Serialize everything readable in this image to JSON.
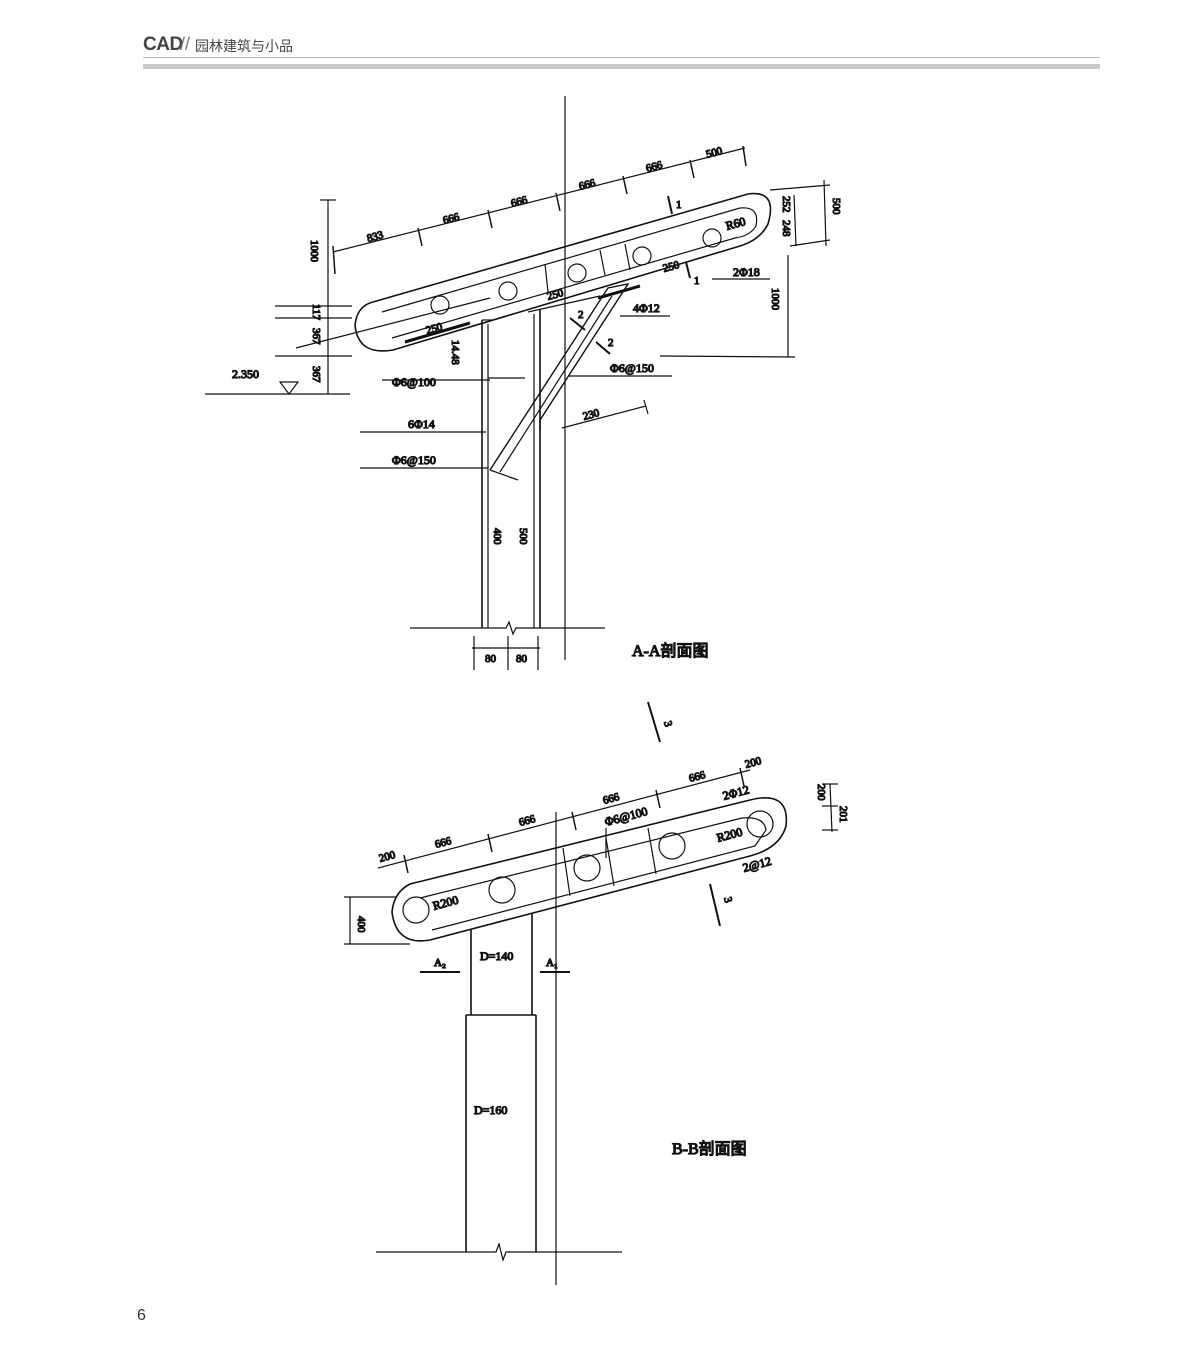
{
  "header": {
    "brand": "CAD",
    "separator": "//",
    "subtitle": "园林建筑与小品"
  },
  "page_number": "6",
  "section_aa": {
    "caption": "A-A剖面图",
    "top_dims": [
      "833",
      "666",
      "666",
      "666",
      "666",
      "500"
    ],
    "right_dims": [
      "252",
      "248",
      "500"
    ],
    "left_dims": [
      "1000",
      "117",
      "367",
      "367"
    ],
    "right_height": "1000",
    "elevation": "2.350",
    "labels": {
      "r60": "R60",
      "rebar_2phi18": "2Φ18",
      "rebar_4phi12": "4Φ12",
      "stirrup_6_150_upper": "Φ6@150",
      "stirrup_6_100": "Φ6@100",
      "rebar_6phi14": "6Φ14",
      "stirrup_6_150_lower": "Φ6@150",
      "d250_a": "250",
      "d250_b": "250",
      "d250_c": "250",
      "d1448": "14.48",
      "d230": "230",
      "d400": "400",
      "d500": "500",
      "cut1_a": "1",
      "cut1_b": "1",
      "cut2_a": "2",
      "cut2_b": "2",
      "bottom_dims": [
        "80",
        "80"
      ]
    }
  },
  "section_bb": {
    "caption": "B-B剖面图",
    "top_dims": [
      "200",
      "666",
      "666",
      "666",
      "666",
      "200"
    ],
    "right_dims": [
      "200",
      "201"
    ],
    "left_dim": "400",
    "labels": {
      "r200_left": "R200",
      "r200_right": "R200",
      "rebar_2phi12": "2Φ12",
      "rebar_2at12": "2@12",
      "stirrup_6_100": "Φ6@100",
      "d140": "D=140",
      "d160": "D=160",
      "a2": "A₂",
      "a1": "A₁",
      "cut3_a": "3",
      "cut3_b": "3"
    }
  }
}
